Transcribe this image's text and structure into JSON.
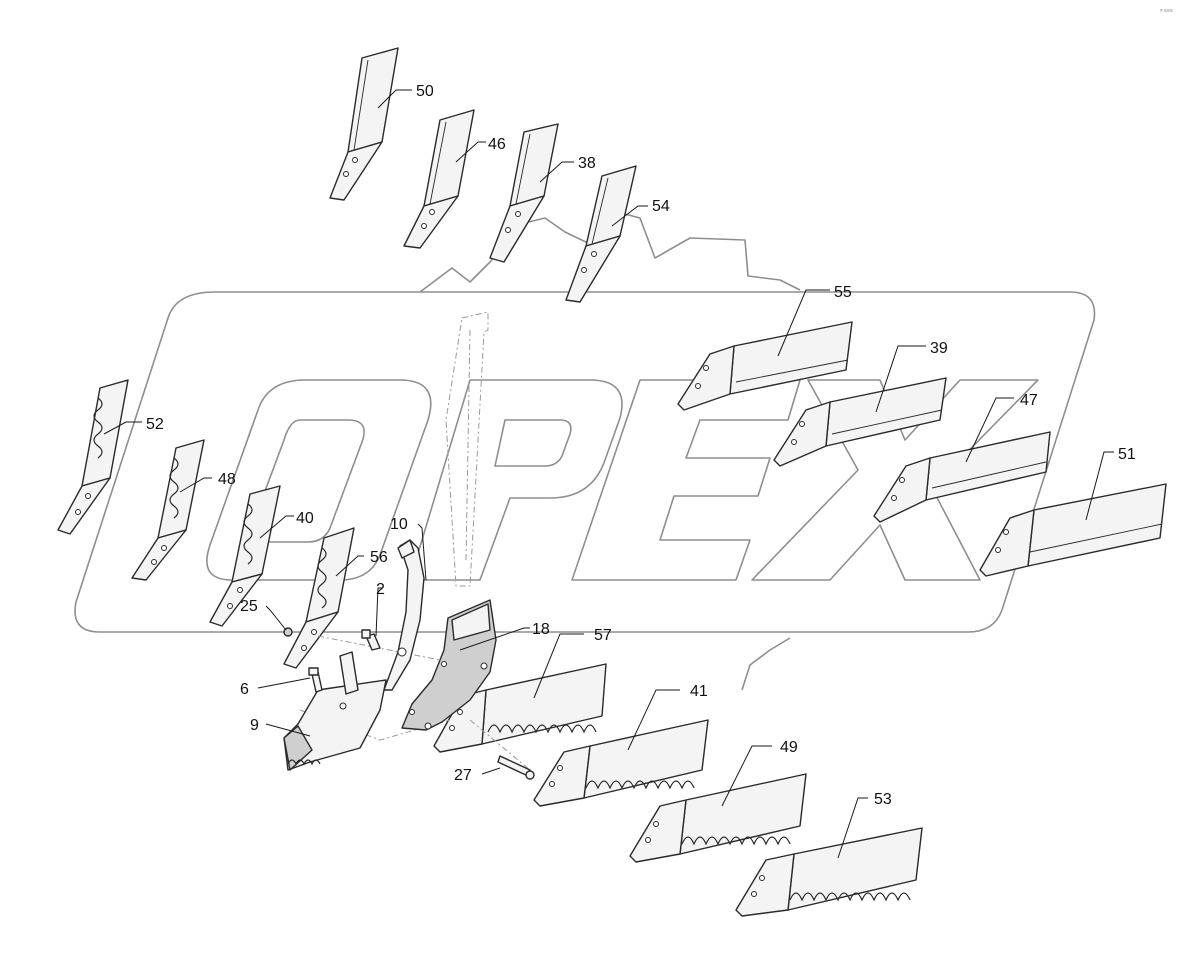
{
  "callouts": [
    {
      "id": "c50",
      "text": "50"
    },
    {
      "id": "c46",
      "text": "46"
    },
    {
      "id": "c38",
      "text": "38"
    },
    {
      "id": "c54",
      "text": "54"
    },
    {
      "id": "c55",
      "text": "55"
    },
    {
      "id": "c39",
      "text": "39"
    },
    {
      "id": "c47",
      "text": "47"
    },
    {
      "id": "c51",
      "text": "51"
    },
    {
      "id": "c52",
      "text": "52"
    },
    {
      "id": "c48",
      "text": "48"
    },
    {
      "id": "c40",
      "text": "40"
    },
    {
      "id": "c56",
      "text": "56"
    },
    {
      "id": "c10",
      "text": "10"
    },
    {
      "id": "c2",
      "text": "2"
    },
    {
      "id": "c25",
      "text": "25"
    },
    {
      "id": "c18",
      "text": "18"
    },
    {
      "id": "c57",
      "text": "57"
    },
    {
      "id": "c41",
      "text": "41"
    },
    {
      "id": "c6",
      "text": "6"
    },
    {
      "id": "c9",
      "text": "9"
    },
    {
      "id": "c27",
      "text": "27"
    },
    {
      "id": "c49",
      "text": "49"
    },
    {
      "id": "c53",
      "text": "53"
    }
  ],
  "watermark": {
    "text": "OPEX"
  },
  "corner_mark": {
    "text": "≠ ≡≡≡"
  }
}
